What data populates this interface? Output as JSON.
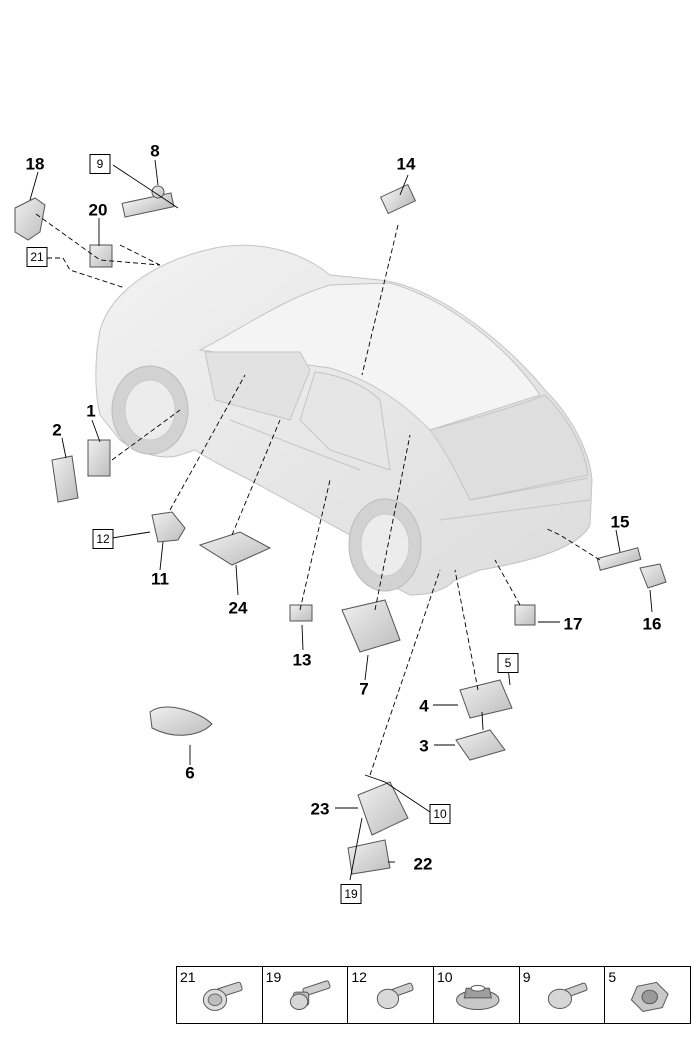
{
  "callouts": [
    {
      "id": "c18",
      "text": "18"
    },
    {
      "id": "c8",
      "text": "8"
    },
    {
      "id": "c20",
      "text": "20"
    },
    {
      "id": "c14",
      "text": "14"
    },
    {
      "id": "c1",
      "text": "1"
    },
    {
      "id": "c2",
      "text": "2"
    },
    {
      "id": "c11",
      "text": "11"
    },
    {
      "id": "c24",
      "text": "24"
    },
    {
      "id": "c15",
      "text": "15"
    },
    {
      "id": "c16",
      "text": "16"
    },
    {
      "id": "c17",
      "text": "17"
    },
    {
      "id": "c13",
      "text": "13"
    },
    {
      "id": "c7",
      "text": "7"
    },
    {
      "id": "c4",
      "text": "4"
    },
    {
      "id": "c3",
      "text": "3"
    },
    {
      "id": "c6",
      "text": "6"
    },
    {
      "id": "c23",
      "text": "23"
    },
    {
      "id": "c22",
      "text": "22"
    }
  ],
  "boxed_callouts": [
    {
      "id": "b9",
      "text": "9"
    },
    {
      "id": "b21",
      "text": "21"
    },
    {
      "id": "b12",
      "text": "12"
    },
    {
      "id": "b5",
      "text": "5"
    },
    {
      "id": "b10",
      "text": "10"
    },
    {
      "id": "b19",
      "text": "19"
    }
  ],
  "fastener_legend": [
    {
      "number": "21",
      "icon": "flange-bolt-icon"
    },
    {
      "number": "19",
      "icon": "collar-bolt-icon"
    },
    {
      "number": "12",
      "icon": "screw-icon"
    },
    {
      "number": "10",
      "icon": "flange-nut-icon"
    },
    {
      "number": "9",
      "icon": "screw-icon"
    },
    {
      "number": "5",
      "icon": "hex-nut-icon"
    }
  ],
  "colors": {
    "part_fill": "#d9d9d9",
    "car_fill": "#e9e9e9",
    "line": "#000000"
  }
}
